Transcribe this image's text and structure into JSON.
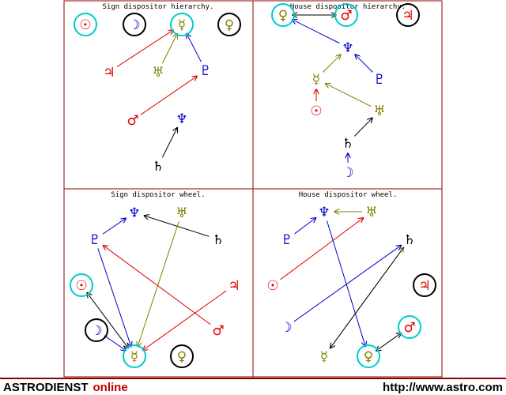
{
  "colors": {
    "frame": "#8b0000",
    "red": "#e00000",
    "olive": "#808000",
    "blue": "#0000cc",
    "black": "#000000",
    "cyan": "#00cccc"
  },
  "panels": [
    {
      "id": "sign-hierarchy",
      "title": "Sign dispositor hierarchy."
    },
    {
      "id": "house-hierarchy",
      "title": "House dispositor hierarchy."
    },
    {
      "id": "sign-wheel",
      "title": "Sign dispositor wheel."
    },
    {
      "id": "house-wheel",
      "title": "House dispositor wheel."
    }
  ],
  "footer": {
    "brand": "ASTRODIENST",
    "brand_suffix": "online",
    "url": "http://www.astro.com"
  },
  "planets": {
    "sun": {
      "glyph": "☉",
      "color": "red"
    },
    "moon": {
      "glyph": "☽",
      "color": "blue"
    },
    "mercury": {
      "glyph": "☿",
      "color": "olive"
    },
    "venus": {
      "glyph": "♀",
      "color": "olive"
    },
    "mars": {
      "glyph": "♂",
      "color": "red"
    },
    "jupiter": {
      "glyph": "♃",
      "color": "red"
    },
    "saturn": {
      "glyph": "♄",
      "color": "black"
    },
    "uranus": {
      "glyph": "♅",
      "color": "olive"
    },
    "neptune": {
      "glyph": "♆",
      "color": "blue"
    },
    "pluto": {
      "glyph": "♇",
      "color": "blue"
    }
  }
}
